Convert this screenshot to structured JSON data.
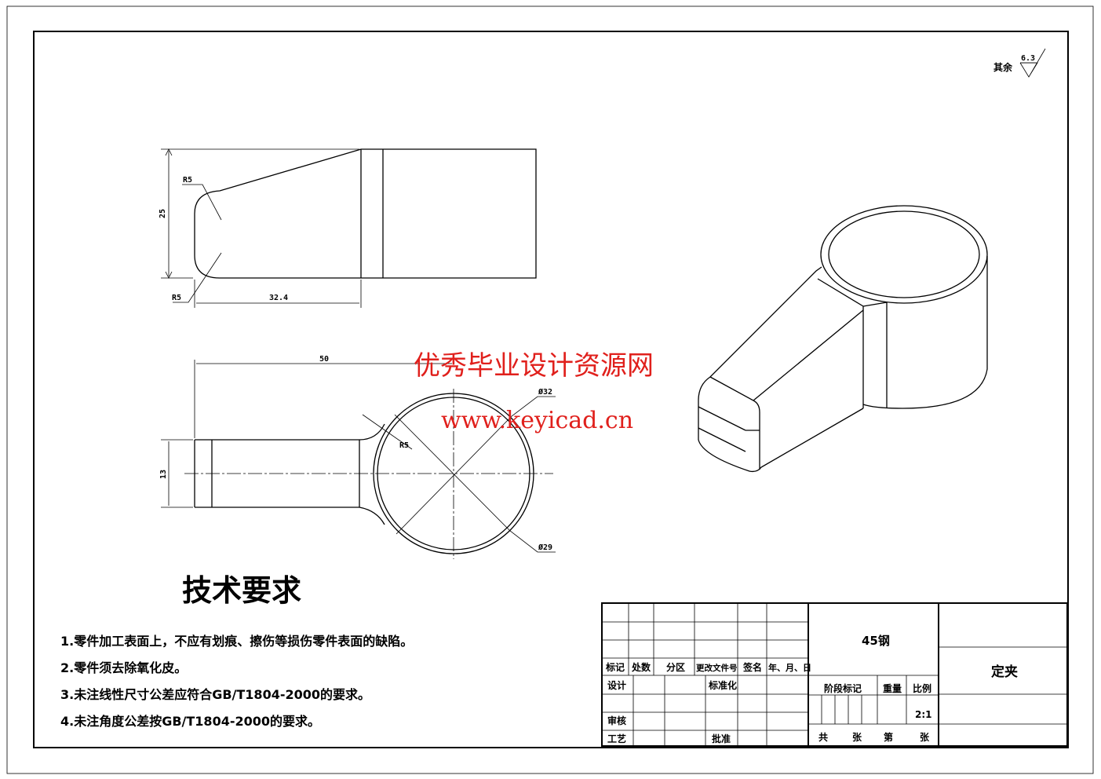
{
  "roughness": {
    "label": "其余",
    "value": "6.3"
  },
  "front_view": {
    "dims": {
      "radius_top": "R5",
      "radius_bottom": "R5",
      "height": "25",
      "length": "32.4"
    }
  },
  "top_view": {
    "dims": {
      "length": "50",
      "width": "13",
      "outer_dia": "Ø32",
      "inner_dia": "Ø29",
      "fillet": "R5"
    }
  },
  "watermark": {
    "line1": "优秀毕业设计资源网",
    "line2": "www.keyicad.cn"
  },
  "tech_req": {
    "title": "技术要求",
    "items": [
      "1.零件加工表面上，不应有划痕、擦伤等损伤零件表面的缺陷。",
      "2.零件须去除氧化皮。",
      "3.未注线性尺寸公差应符合GB/T1804-2000的要求。",
      "4.未注角度公差按GB/T1804-2000的要求。"
    ]
  },
  "title_block": {
    "headers": [
      "标记",
      "处数",
      "分区",
      "更改文件号",
      "签名",
      "年、月、日"
    ],
    "design": "设计",
    "standardization": "标准化",
    "review": "审核",
    "process": "工艺",
    "approve": "批准",
    "material": "45钢",
    "stage_mark": "阶段标记",
    "weight": "重量",
    "scale_label": "比例",
    "scale": "2:1",
    "total": "共",
    "sheets": "张",
    "sheet_no": "第",
    "sheets2": "张",
    "part_name": "定夹"
  }
}
